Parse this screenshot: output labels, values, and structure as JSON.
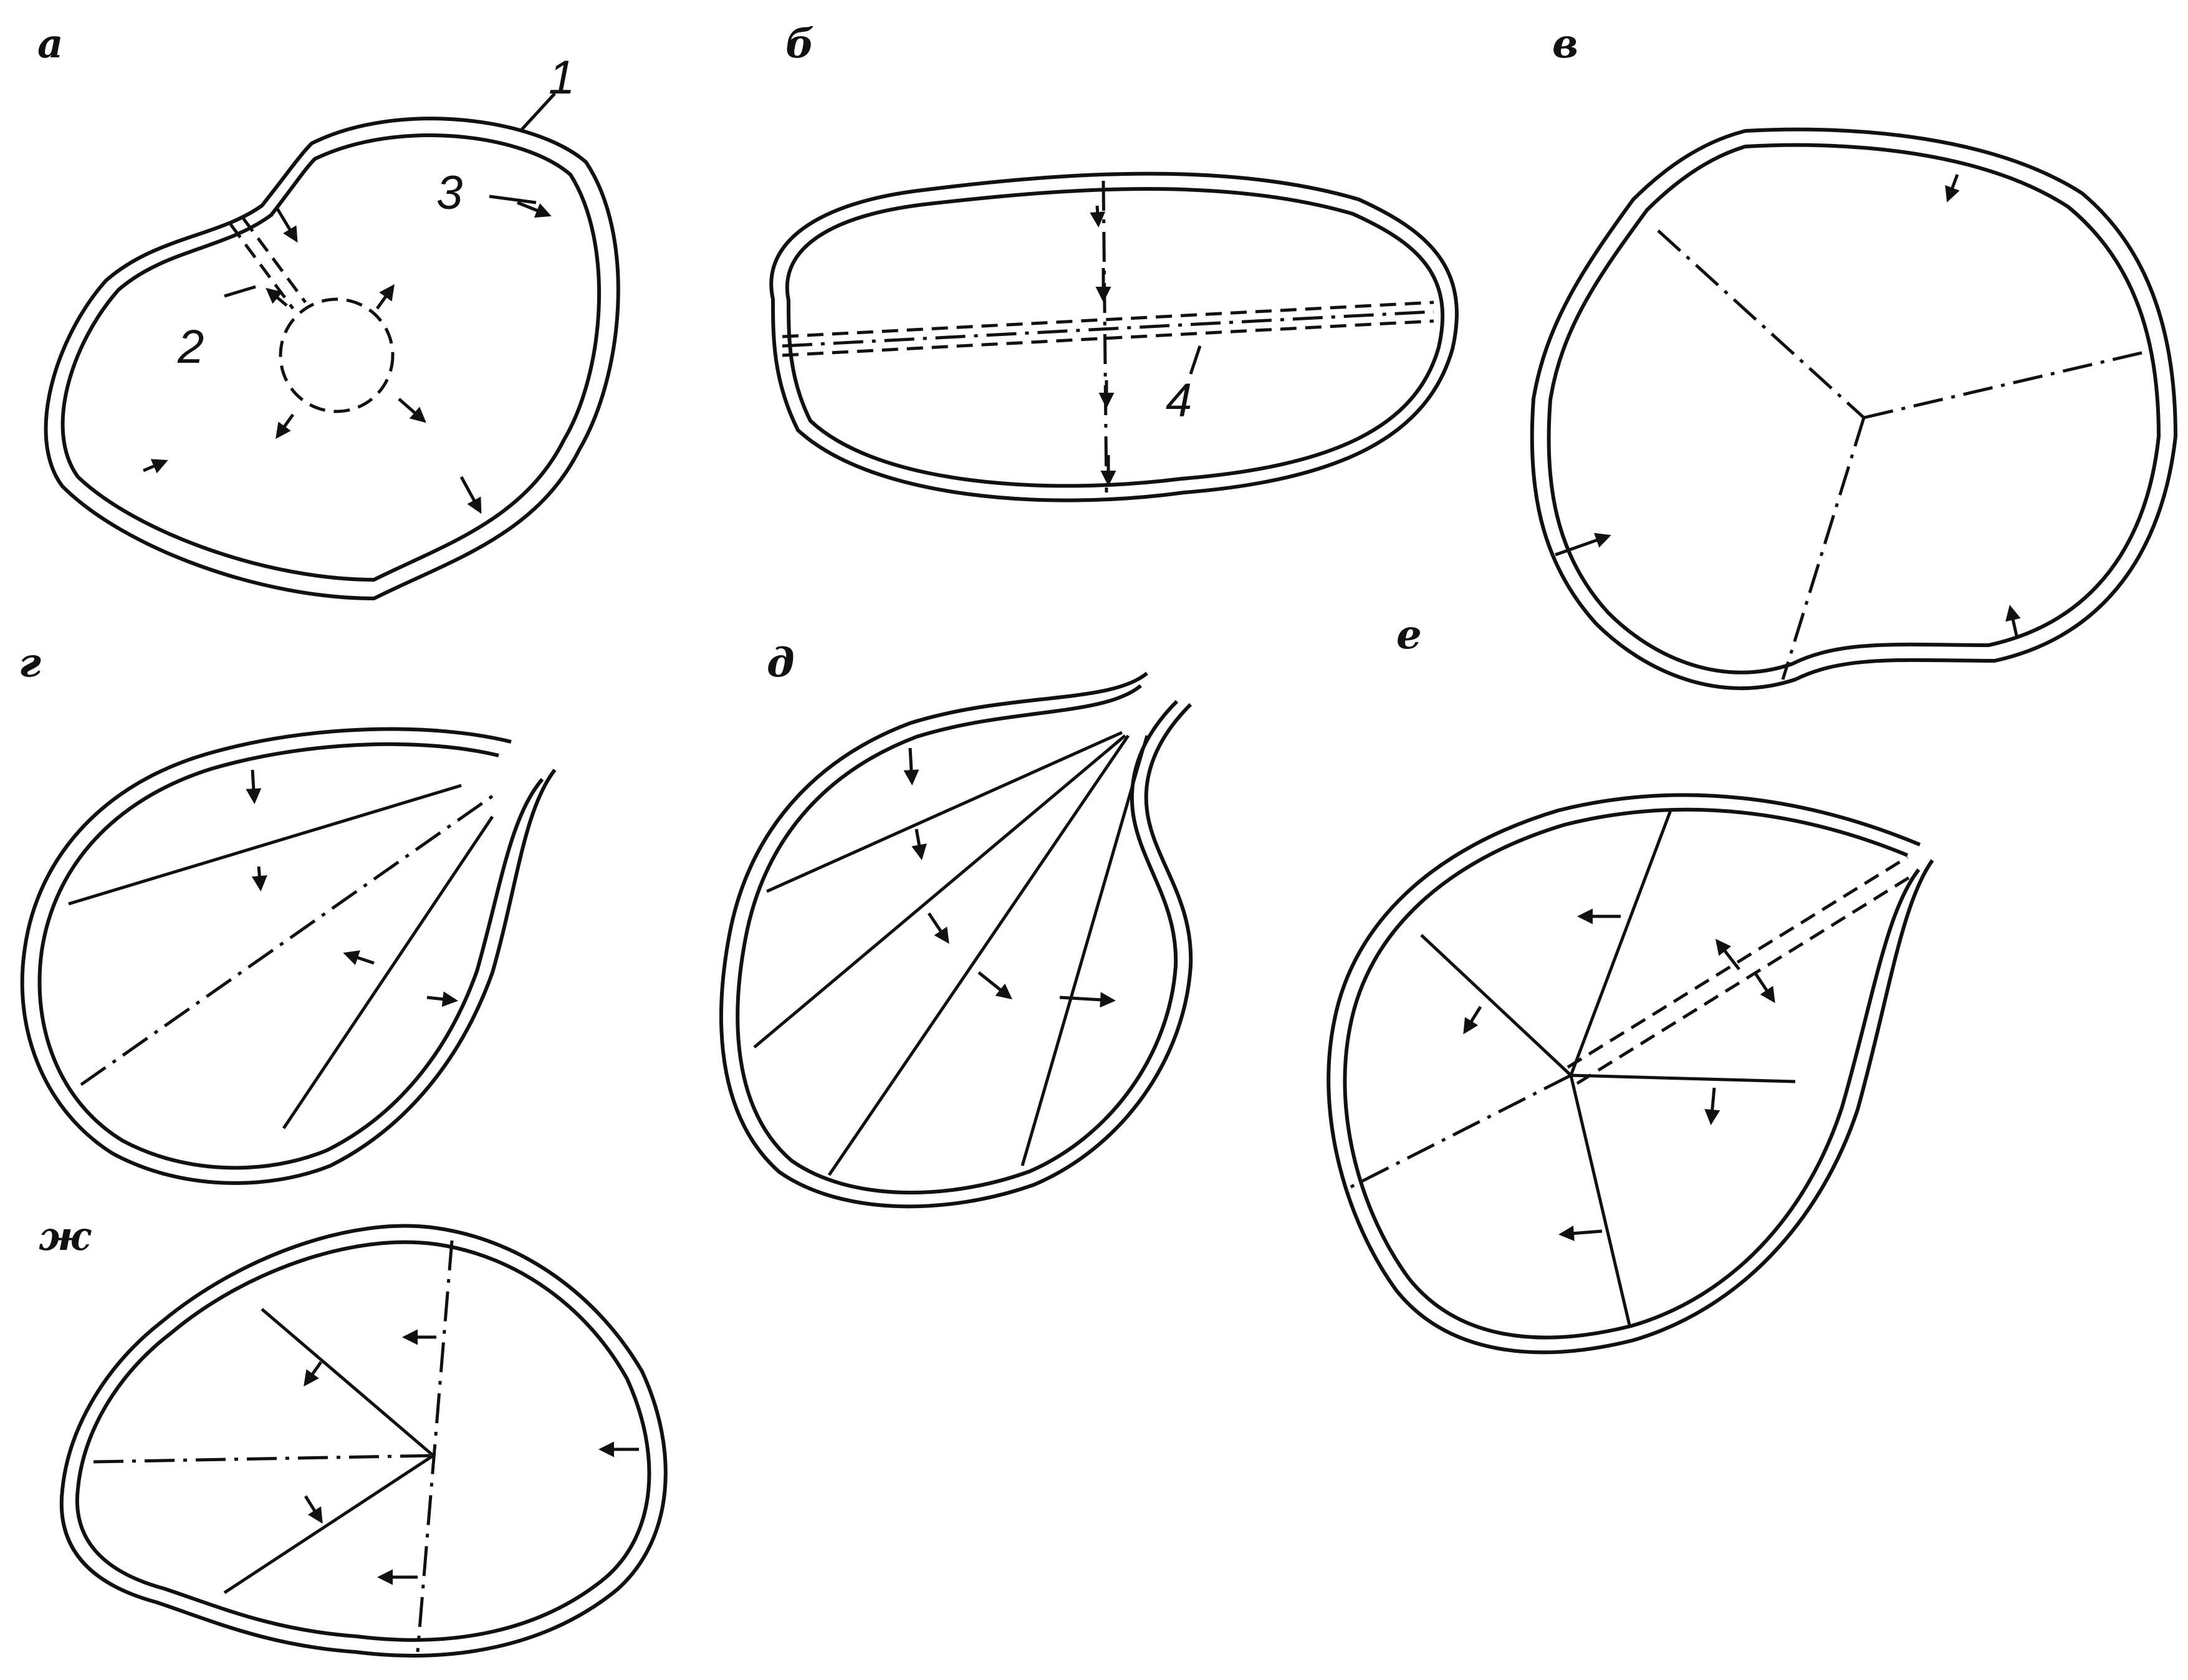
{
  "panels": {
    "a": {
      "label": "а"
    },
    "b": {
      "label": "б"
    },
    "v": {
      "label": "в"
    },
    "g": {
      "label": "г"
    },
    "d": {
      "label": "д"
    },
    "e": {
      "label": "е"
    },
    "zh": {
      "label": "ж"
    }
  },
  "callouts": {
    "n1": "1",
    "n2": "2",
    "n3": "3",
    "n4": "4"
  },
  "colors": {
    "ink": "#111111",
    "paper": "#ffffff"
  }
}
